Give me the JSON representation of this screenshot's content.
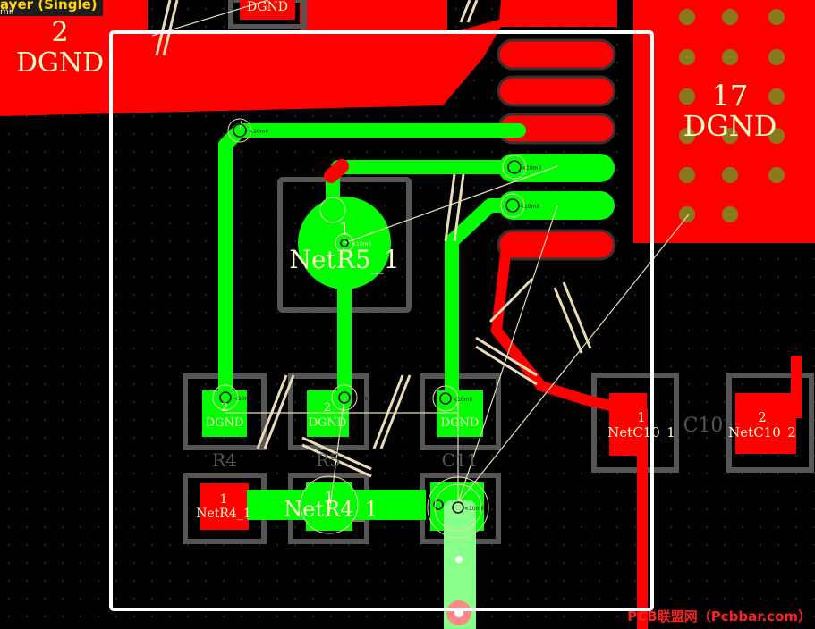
{
  "header": {
    "layer_label": "ayer (Single)",
    "unit_label": "mil"
  },
  "watermark": "PCB联盟网（Pcbbar.com）",
  "colors": {
    "background": "#000000",
    "copper_top": "#ff0000",
    "copper_selected": "#00ff00",
    "highlight_track": "#88ff88",
    "silkscreen": "#555555",
    "designator_text": "#ffffcc",
    "ratsnest": "#e8dcb4",
    "selection_box": "#ffffff",
    "via_gold": "#8a7a1e"
  },
  "pads": {
    "gnd_top_left": {
      "number": "2",
      "net": "DGND"
    },
    "gnd_top_small": {
      "net": "DGND"
    },
    "gnd_big": {
      "number": "17",
      "net": "DGND"
    },
    "r5_center": {
      "number": "1",
      "net": "NetR5_1"
    },
    "r4_pin2": {
      "number": "2",
      "net": "DGND"
    },
    "r5_pin2": {
      "number": "2",
      "net": "DGND"
    },
    "c11_pin2": {
      "net": "DGND"
    },
    "r4_pin1": {
      "number": "1",
      "net": "NetR4_1"
    },
    "r5_pin1": {
      "number": "1",
      "net": "NetR4_1"
    },
    "c10_pin1": {
      "number": "1",
      "net": "NetC10_1"
    },
    "c10_pin2": {
      "number": "2",
      "net": "NetC10_2"
    }
  },
  "designators": {
    "r4": "R4",
    "r5": "R5",
    "c11": "C11",
    "c10": "C10"
  },
  "clearance_tag": "<10mil"
}
